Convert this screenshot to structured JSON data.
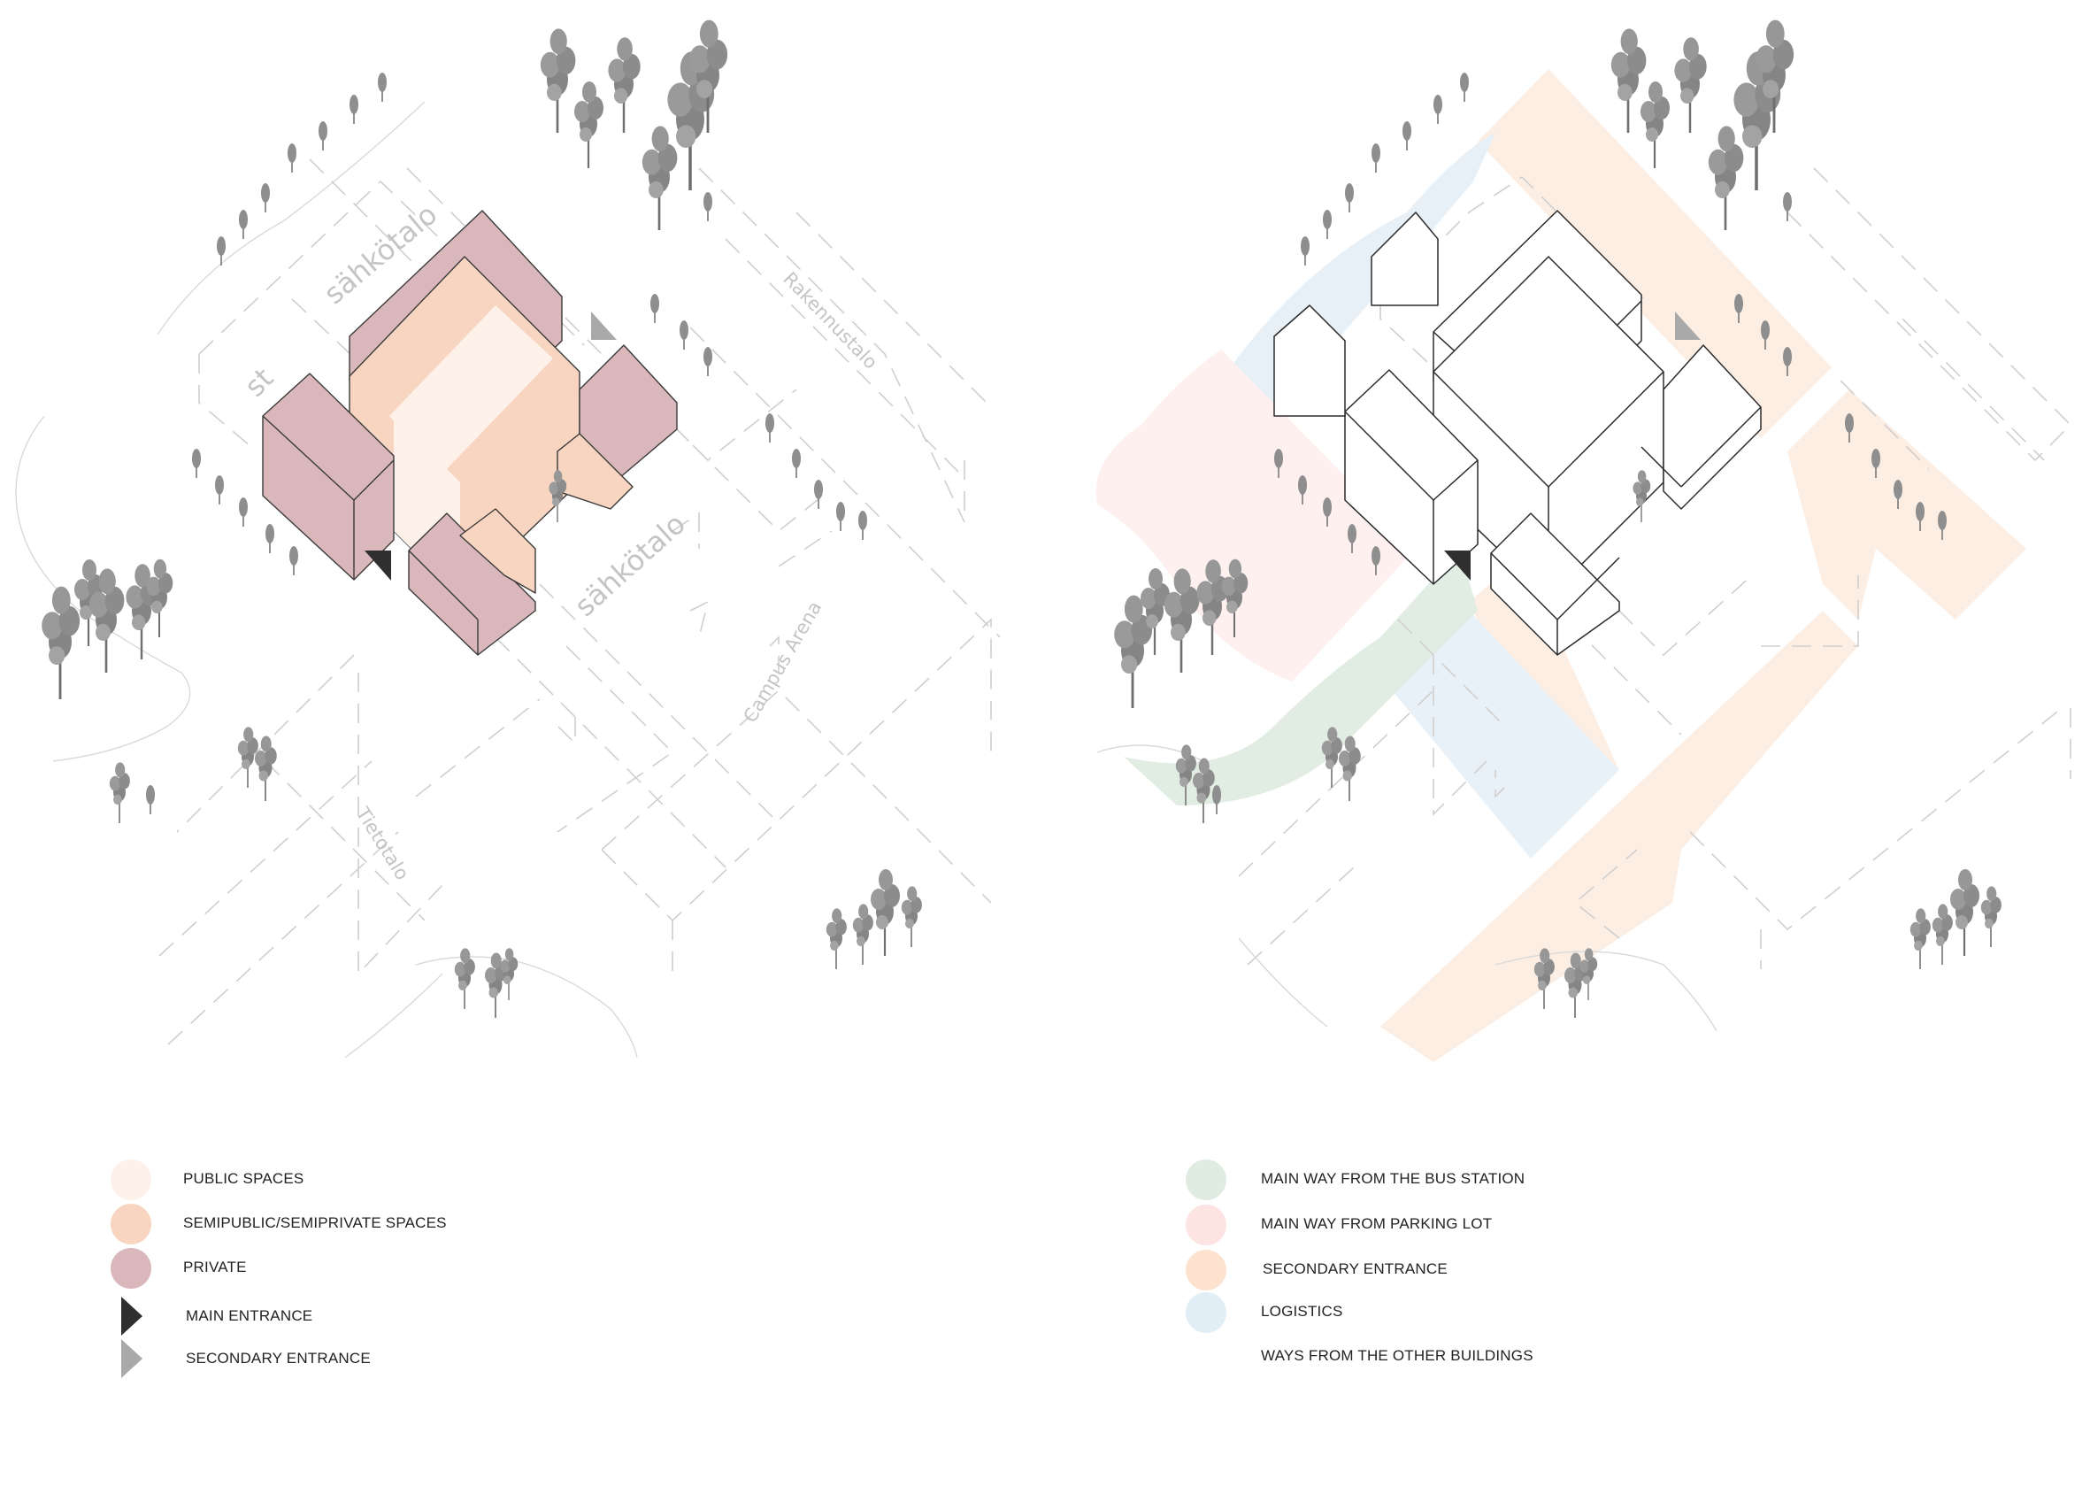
{
  "colors": {
    "public": "#fdf1ea",
    "semipublic": "#f8d5c1",
    "private": "#d9b7bb",
    "main_entrance": "#2f2f2f",
    "secondary_entrance": "#a9a9a9",
    "bus": "#e0ebe2",
    "parking": "#fde3e1",
    "secondary_area": "#fde2d0",
    "logistics": "#e2eef6"
  },
  "left_plan": {
    "street_labels": {
      "sahkotalo_top": "sähkötalo",
      "st": "st",
      "sahkotalo_bottom": "sähkötalo",
      "rakennustalo": "Rakennustalo",
      "campus_arena": "Campus Arena",
      "tietotalo": "Tietotalo"
    }
  },
  "legend_left": [
    {
      "label": "PUBLIC SPACES",
      "swatch": "public",
      "icon": "circle"
    },
    {
      "label": "SEMIPUBLIC/SEMIPRIVATE SPACES",
      "swatch": "semipublic",
      "icon": "circle"
    },
    {
      "label": "PRIVATE",
      "swatch": "private",
      "icon": "circle"
    },
    {
      "label": "MAIN ENTRANCE",
      "icon": "main-entrance-triangle-icon"
    },
    {
      "label": "SECONDARY ENTRANCE",
      "icon": "secondary-entrance-triangle-icon"
    }
  ],
  "legend_right": [
    {
      "label": "MAIN WAY FROM THE BUS STATION",
      "swatch": "bus",
      "icon": "circle"
    },
    {
      "label": "MAIN WAY FROM PARKING LOT",
      "swatch": "parking",
      "icon": "circle"
    },
    {
      "label": "SECONDARY ENTRANCE",
      "swatch": "secondary_area",
      "icon": "circle"
    },
    {
      "label": "LOGISTICS",
      "swatch": "logistics",
      "icon": "circle"
    },
    {
      "label": "WAYS FROM THE OTHER BUILDINGS",
      "swatch": "",
      "icon": "none"
    }
  ]
}
